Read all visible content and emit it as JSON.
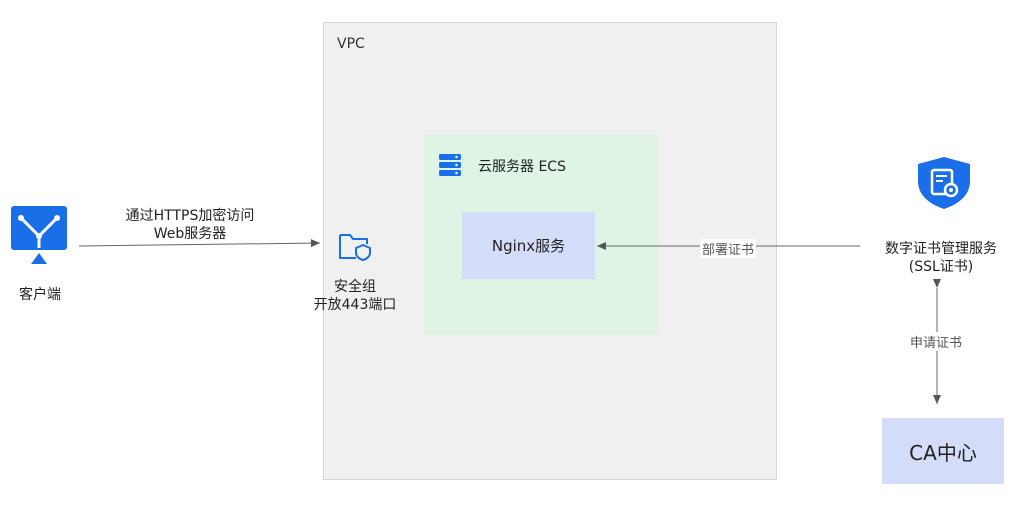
{
  "vpc": {
    "label": "VPC"
  },
  "ecs": {
    "label": "云服务器 ECS"
  },
  "nginx": {
    "label": "Nginx服务"
  },
  "client": {
    "label": "客户端"
  },
  "access_edge": {
    "line1": "通过HTTPS加密访问",
    "line2": "Web服务器"
  },
  "security_group": {
    "line1": "安全组",
    "line2": "开放443端口"
  },
  "cert_service": {
    "line1": "数字证书管理服务",
    "line2": "(SSL证书)"
  },
  "deploy_edge": {
    "label": "部署证书"
  },
  "apply_edge": {
    "label": "申请证书"
  },
  "ca": {
    "label": "CA中心"
  },
  "colors": {
    "accent": "#1a6fe8",
    "vpc_bg": "#f0f0f0",
    "ecs_bg": "#dff4e4",
    "node_bg": "#d3dcf9"
  },
  "icons": {
    "client": "monitor-network-icon",
    "security_group": "folder-shield-icon",
    "ecs": "server-stack-icon",
    "cert": "certificate-shield-icon"
  }
}
